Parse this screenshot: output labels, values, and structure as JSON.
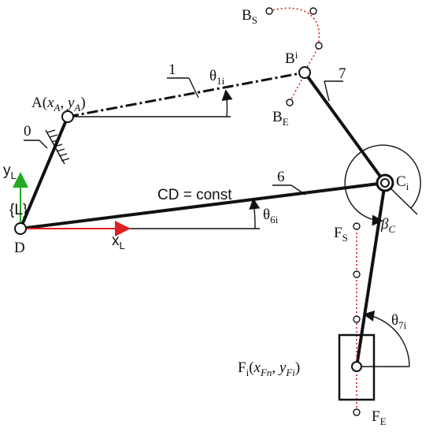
{
  "labels": {
    "A_pre": "A(",
    "A_x": "x",
    "A_xsub": "A",
    "A_sep": ", ",
    "A_y": "y",
    "A_ysub": "A",
    "A_post": ")",
    "Bs": "B",
    "Bs_sub": "S",
    "Bi": "B",
    "Bi_sub": "i",
    "Be": "B",
    "Be_sub": "E",
    "Ci": "C",
    "Ci_sub": "i",
    "D": "D",
    "Fs": "F",
    "Fs_sub": "S",
    "Fe": "F",
    "Fe_sub": "E",
    "Fi_pre": "F",
    "Fi_sub": "i",
    "Fi_open": "(",
    "Fi_x": "x",
    "Fi_xsub": "Fn",
    "Fi_sep": ", ",
    "Fi_y": "y",
    "Fi_ysub": "Fi",
    "Fi_close": ")",
    "link_0": "0",
    "link_1": "1",
    "link_6": "6",
    "link_7": "7",
    "theta1": "θ",
    "theta1_sub": "1i",
    "theta6": "θ",
    "theta6_sub": "6i",
    "theta7": "θ",
    "theta7_sub": "7i",
    "beta": "β",
    "beta_sub": "C",
    "cd_const": "CD = const",
    "xL": "x",
    "xL_sub": "L",
    "yL": "y",
    "yL_sub": "L",
    "frame": "{L}"
  },
  "colors": {
    "x_axis": "#e02020",
    "y_axis": "#22aa22",
    "path": "#e02020",
    "ink": "#111111"
  }
}
